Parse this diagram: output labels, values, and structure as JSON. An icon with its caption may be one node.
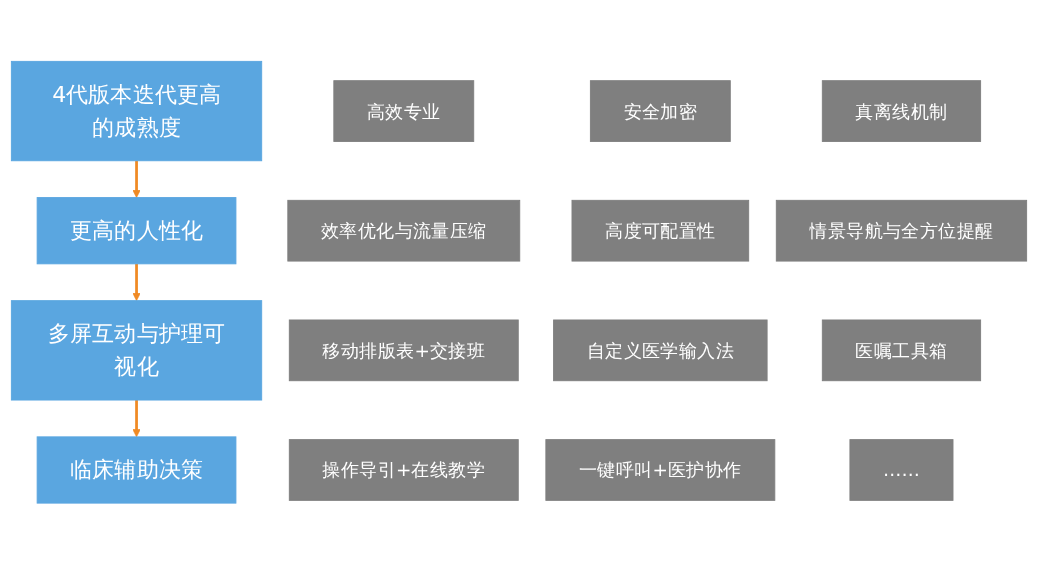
{
  "diagram": {
    "nodes": [
      {
        "text": [
          "4代版本迭代更高的成熟度"
        ]
      },
      {
        "text": [
          "更高的人性化"
        ]
      },
      {
        "text": [
          "多屏互动与护理可视化"
        ]
      },
      {
        "text": [
          "临床辅助决策"
        ]
      },
      {
        "text": [
          "高效专业"
        ]
      },
      {
        "text": [
          "安全加密"
        ]
      },
      {
        "text": [
          "真离线机制"
        ]
      },
      {
        "text": [
          "效率优化与流量压缩"
        ]
      },
      {
        "text": [
          "高度可配置性"
        ]
      },
      {
        "text": [
          "情景导航与全方位提醒"
        ]
      },
      {
        "text": [
          "移动排版表+交接班"
        ]
      },
      {
        "text": [
          "自定义医学输入法"
        ]
      },
      {
        "text": [
          "医嘱工具箱"
        ]
      },
      {
        "text": [
          "操作导引+在线教学"
        ]
      },
      {
        "text": [
          "一键呼叫+医护协作"
        ]
      },
      {
        "text": [
          "……"
        ]
      }
    ],
    "edges": [
      {
        "from": 0,
        "to": 1,
        "arrow": "to"
      },
      {
        "from": 1,
        "to": 2,
        "arrow": "to"
      },
      {
        "from": 2,
        "to": 3,
        "arrow": "to"
      }
    ]
  }
}
